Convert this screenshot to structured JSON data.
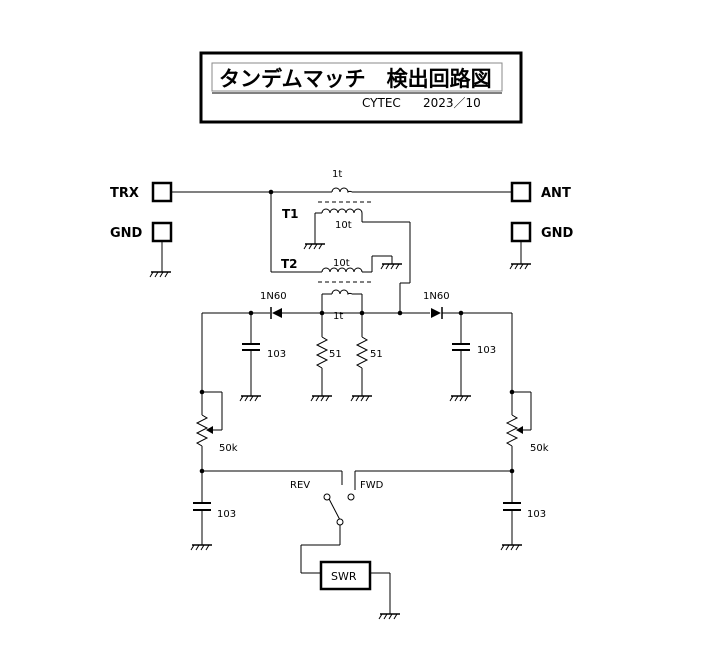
{
  "title": {
    "main": "タンデムマッチ　検出回路図",
    "author": "CYTEC",
    "date": "2023／10"
  },
  "terminals": {
    "trx": "TRX",
    "ant": "ANT",
    "gnd_left": "GND",
    "gnd_right": "GND"
  },
  "transformers": {
    "t1_name": "T1",
    "t2_name": "T2",
    "primary_turns_t1": "1t",
    "secondary_turns_t1": "10t",
    "secondary_turns_t2": "10t",
    "primary_turns_t2": "1t"
  },
  "components": {
    "diode_left": "1N60",
    "diode_right": "1N60",
    "cap_left_top": "103",
    "cap_right_top": "103",
    "res_left": "51",
    "res_right": "51",
    "pot_left": "50k",
    "pot_right": "50k",
    "cap_left_bottom": "103",
    "cap_right_bottom": "103"
  },
  "switch": {
    "rev": "REV",
    "fwd": "FWD"
  },
  "meter": {
    "label": "SWR"
  }
}
